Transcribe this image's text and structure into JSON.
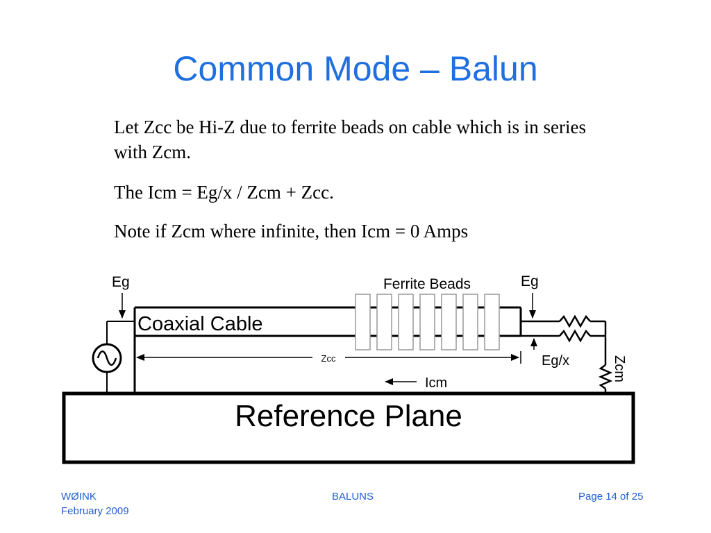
{
  "slide": {
    "title": "Common Mode – Balun",
    "bullets": [
      "Let Zcc be Hi-Z due to ferrite beads on cable which is in series with Zcm.",
      "The Icm = Eg/x  /  Zcm + Zcc.",
      "Note if Zcm where infinite, then Icm = 0 Amps"
    ]
  },
  "diagram": {
    "eg_left": "Eg",
    "eg_right": "Eg",
    "ferrite_label": "Ferrite Beads",
    "coax_label": "Coaxial Cable",
    "zcc_label": "Zcc",
    "egx_label": "Eg/x",
    "zcm_label": "Zcm",
    "icm_label": "Icm",
    "plane_label": "Reference Plane"
  },
  "footer": {
    "author": "WØINK",
    "date": "February 2009",
    "topic": "BALUNS",
    "page": "Page 14 of 25"
  },
  "colors": {
    "title": "#1f6fe0",
    "footer": "#1f5fd0",
    "lines": "#000000"
  }
}
